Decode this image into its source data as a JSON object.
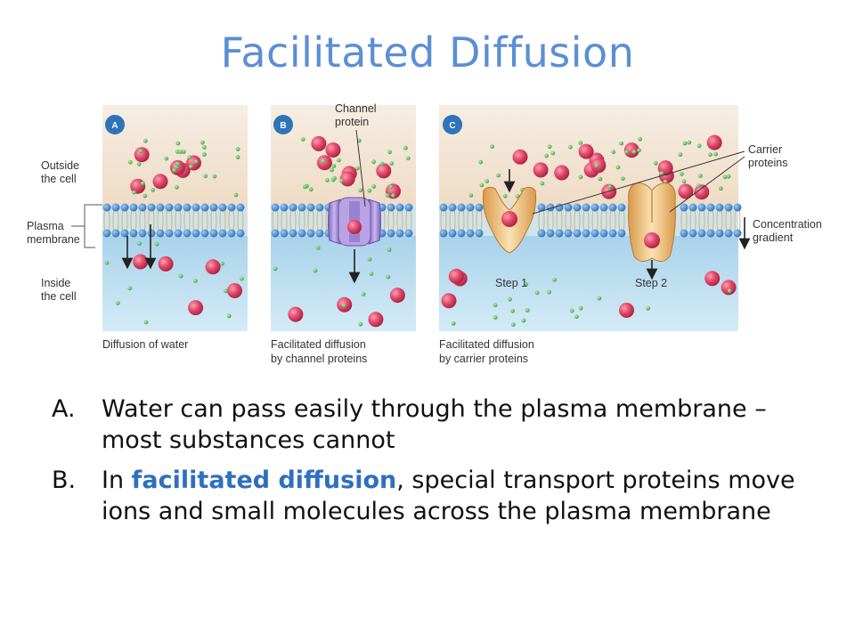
{
  "title": "Facilitated Diffusion",
  "colors": {
    "title": "#5b8fd4",
    "highlight": "#2f6fbf",
    "outside_fluid": "#f3e6d7",
    "inside_fluid": "#bcdcee",
    "membrane_head": "#3f87cf",
    "channel_protein": "#a98fd6",
    "carrier_protein": "#f2c98a",
    "solute": "#e0496a",
    "water": "#6cc16c"
  },
  "diagram": {
    "panels": [
      {
        "badge": "A",
        "caption_lines": [
          "Diffusion of water"
        ]
      },
      {
        "badge": "B",
        "caption_lines": [
          "Facilitated diffusion",
          "by channel proteins"
        ]
      },
      {
        "badge": "C",
        "caption_lines": [
          "Facilitated diffusion",
          "by carrier proteins"
        ]
      }
    ],
    "side_labels": {
      "outside": [
        "Outside",
        "the cell"
      ],
      "membrane": [
        "Plasma",
        "membrane"
      ],
      "inside": [
        "Inside",
        "the cell"
      ]
    },
    "channel_label": [
      "Channel",
      "protein"
    ],
    "carrier_label": [
      "Carrier",
      "proteins"
    ],
    "gradient_label": [
      "Concentration",
      "gradient"
    ],
    "steps": [
      "Step 1",
      "Step 2"
    ]
  },
  "bullets": [
    {
      "marker": "A.",
      "text": "Water can pass easily through the plasma membrane – most substances cannot"
    },
    {
      "marker": "B.",
      "prefix": "In ",
      "highlight": "facilitated diffusion",
      "suffix": ", special transport proteins move ions and small molecules across the plasma membrane"
    }
  ]
}
